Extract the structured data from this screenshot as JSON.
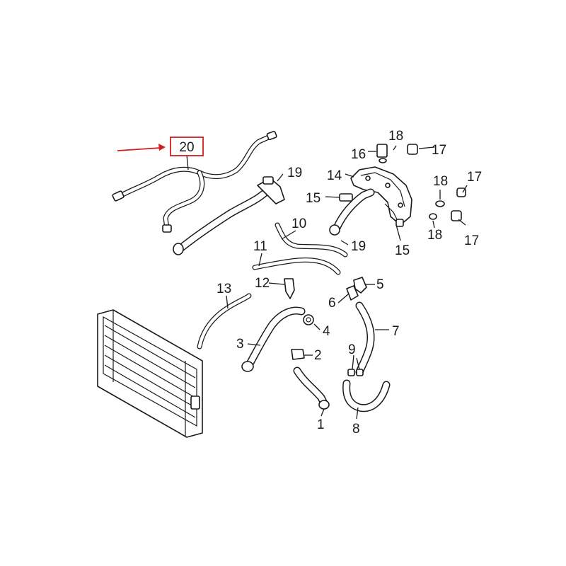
{
  "callouts": [
    {
      "id": "20",
      "label": "20",
      "highlighted": true
    },
    {
      "id": "19a",
      "label": "19"
    },
    {
      "id": "19b",
      "label": "19"
    },
    {
      "id": "18a",
      "label": "18"
    },
    {
      "id": "18b",
      "label": "18"
    },
    {
      "id": "18c",
      "label": "18"
    },
    {
      "id": "17a",
      "label": "17"
    },
    {
      "id": "17b",
      "label": "17"
    },
    {
      "id": "17c",
      "label": "17"
    },
    {
      "id": "16",
      "label": "16"
    },
    {
      "id": "15a",
      "label": "15"
    },
    {
      "id": "15b",
      "label": "15"
    },
    {
      "id": "14",
      "label": "14"
    },
    {
      "id": "13",
      "label": "13"
    },
    {
      "id": "12",
      "label": "12"
    },
    {
      "id": "11",
      "label": "11"
    },
    {
      "id": "10",
      "label": "10"
    },
    {
      "id": "9",
      "label": "9"
    },
    {
      "id": "8",
      "label": "8"
    },
    {
      "id": "7",
      "label": "7"
    },
    {
      "id": "6",
      "label": "6"
    },
    {
      "id": "5",
      "label": "5"
    },
    {
      "id": "4",
      "label": "4"
    },
    {
      "id": "3",
      "label": "3"
    },
    {
      "id": "2",
      "label": "2"
    },
    {
      "id": "1",
      "label": "1"
    }
  ],
  "colors": {
    "highlight": "#d21e1e",
    "ink": "#1a1a1a",
    "background": "#ffffff"
  }
}
